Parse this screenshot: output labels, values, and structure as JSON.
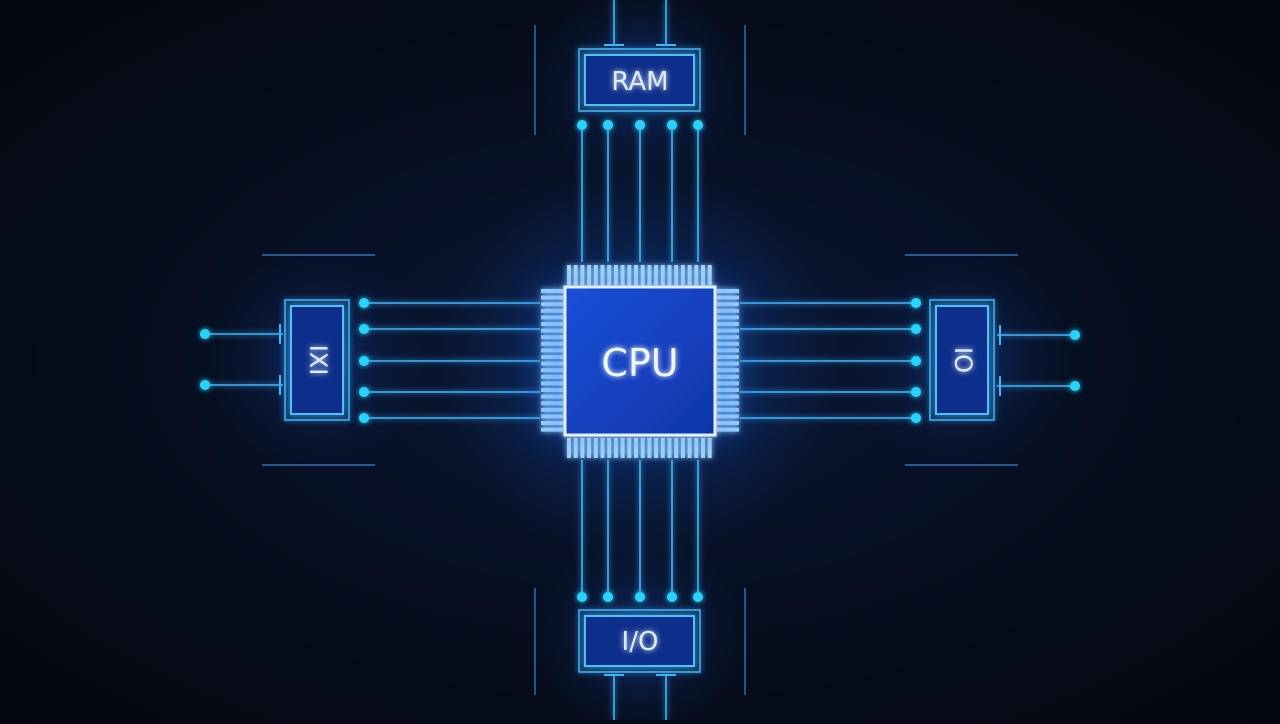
{
  "diagram": {
    "cpu_label": "CPU",
    "top_label": "RAM",
    "bottom_label": "I/O",
    "left_label": "IXI",
    "right_label": "IO",
    "colors": {
      "background": "#050b18",
      "glow": "#1e6bff",
      "line": "#3fb6ff",
      "chip_fill": "#1544c8",
      "box_fill": "#0f2f8a",
      "dot": "#29d3ff",
      "text": "#dfeeff"
    }
  }
}
